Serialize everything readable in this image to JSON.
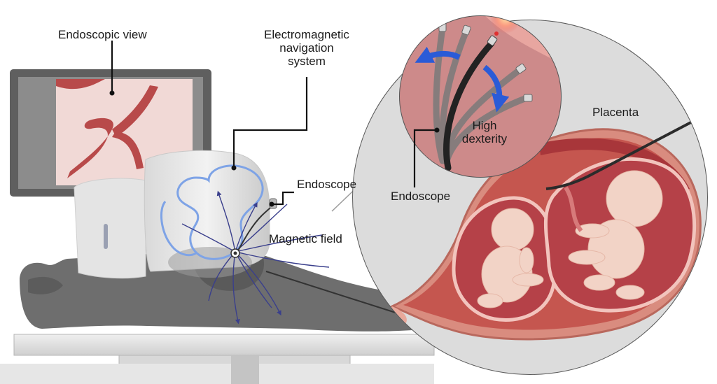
{
  "labels": {
    "endoscopic_view": "Endoscopic view",
    "em_nav_line1": "Electromagnetic",
    "em_nav_line2": "navigation",
    "em_nav_line3": "system",
    "endoscope_device": "Endoscope",
    "magnetic_field": "Magnetic field",
    "placenta": "Placenta",
    "high_dexterity_line1": "High",
    "high_dexterity_line2": "dexterity",
    "endoscope_inset": "Endoscope"
  },
  "colors": {
    "label_text": "#1a1a1a",
    "leader_line": "#111111",
    "field_lines": "#3a3f8c",
    "coil_outline": "#7ea3e6",
    "arrow_blue": "#2a5bd7",
    "uterus_wall": "#d98c7f",
    "vessel": "#b84a4a",
    "monitor_frame": "#5f5f5f",
    "patient_gray": "#6e6e6e"
  },
  "icons": {
    "dexterity_arrows": "curved-arrow-icon"
  }
}
